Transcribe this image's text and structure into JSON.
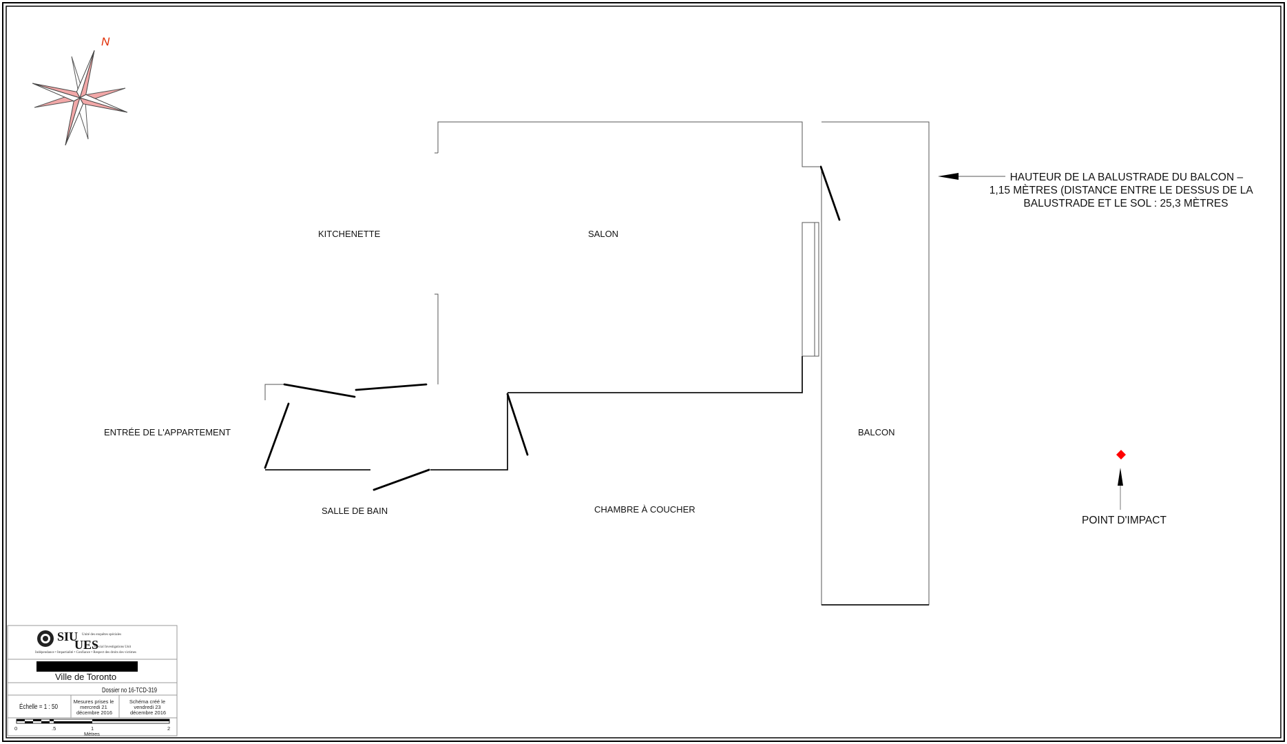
{
  "compass": {
    "north_label": "N",
    "icon": "compass-rose-icon",
    "colors": {
      "outline": "#444444",
      "fill_light": "#ffffff",
      "fill_pink": "#f2a8a8",
      "label": "#e02a00"
    }
  },
  "rooms": {
    "kitchenette": "KITCHENETTE",
    "salon": "SALON",
    "entree": "ENTRÉE DE L'APPARTEMENT",
    "salle_de_bain": "SALLE DE BAIN",
    "chambre": "CHAMBRE À COUCHER",
    "balcon": "BALCON"
  },
  "balcony_note": {
    "lines": [
      "HAUTEUR DE LA BALUSTRADE DU BALCON –",
      "1,15 MÈTRES (DISTANCE ENTRE LE DESSUS DE LA",
      "BALUSTRADE ET LE SOL : 25,3 MÈTRES"
    ]
  },
  "impact": {
    "label": "POINT D'IMPACT",
    "marker_color": "#ff0000"
  },
  "title_block": {
    "logo": {
      "line1": "SIU",
      "line2": "UES",
      "sub1": "Unité des enquêtes spéciales",
      "sub2": "Special Investigations Unit",
      "tagline": "Indépendance • Impartialité • Confiance • Respect des droits des victimes"
    },
    "city": "Ville de Toronto",
    "dossier": "Dossier no 16-TCD-319",
    "scale": "Échelle = 1 : 50",
    "measured": [
      "Mesures prises le",
      "mercredi 21",
      "décembre 2016"
    ],
    "created": [
      "Schéma créé le",
      "vendredi 23",
      "décembre 2016"
    ],
    "scale_bar": {
      "ticks": [
        "0",
        ".5",
        "1",
        "2"
      ],
      "unit": "Mètres"
    }
  }
}
